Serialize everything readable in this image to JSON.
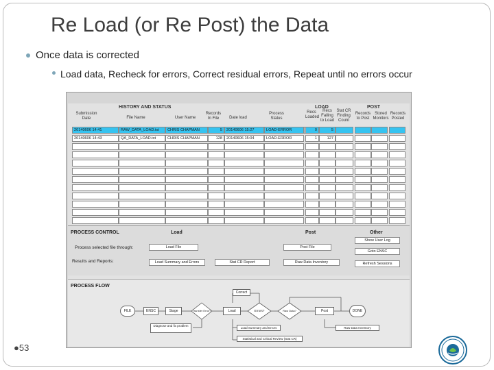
{
  "slide": {
    "title": "Re Load (or Re Post) the Data",
    "bullet1": "Once data is corrected",
    "bullet2": "Load data, Recheck for errors, Correct residual errors, Repeat until no errors occur",
    "slide_number": "53"
  },
  "screenshot": {
    "header_history": "HISTORY AND STATUS",
    "header_load": "LOAD",
    "header_post": "POST",
    "columns": {
      "submission_date": "Submission Date",
      "file_name": "File Name",
      "user_name": "User Name",
      "records_in_file": "Records In File",
      "date_load": "Date load",
      "process_status": "Process Status",
      "recs_loaded": "Recs Loaded",
      "recs_failing_to_load": "Recs Failing to Load",
      "stat_cr_finding_count": "Stat CR Finding Count",
      "records_to_post": "Records to Post",
      "stored_monitors": "Stored Monitors",
      "records_posted": "Records Posted"
    },
    "rows": [
      {
        "date": "20140606 14:41",
        "file": "RAW_DATA_LOAD.txt",
        "user": "CHRIS CHAPMAN",
        "records": "5",
        "load_date": "20140606 15:27",
        "status": "LOAD-ERROR",
        "loaded": "0",
        "failing": "5"
      },
      {
        "date": "20140606 14:43",
        "file": "QA_DATA_LOAD.txt",
        "user": "CHRIS CHAPMAN",
        "records": "128",
        "load_date": "20140606 15:04",
        "status": "LOAD-ERROR",
        "loaded": "1",
        "failing": "127"
      }
    ],
    "process_control": {
      "title": "PROCESS CONTROL",
      "col_load": "Load",
      "col_post": "Post",
      "col_other": "Other",
      "row1_label": "Process selected file through:",
      "row2_label": "Results and Reports:",
      "load_file_btn": "Load File",
      "post_file_btn": "Post File",
      "show_user_log_btn": "Show User Log",
      "goto_ensc_btn": "Goto ENSC",
      "load_summary_btn": "Load Summary and Errors",
      "stat_cr_btn": "Stat CR Report",
      "raw_data_inventory_btn": "Raw Data Inventory",
      "refresh_sessions_btn": "Refresh Sessions"
    },
    "process_flow": {
      "title": "PROCESS FLOW",
      "file": "FILE",
      "ensc": "ENSC",
      "stage": "Stage",
      "transfer": "Transfer Error?",
      "load": "Load",
      "errors": "Errors?",
      "raw": "Raw Data?",
      "post": "Post",
      "done": "DONE",
      "correct": "Correct",
      "diagnose": "Diagnose and fix problem",
      "load_summary": "Load Summary and Errors",
      "statistical": "Statistical and Critical Review (Stat CR)",
      "raw_inventory": "Raw Data Inventory"
    }
  }
}
